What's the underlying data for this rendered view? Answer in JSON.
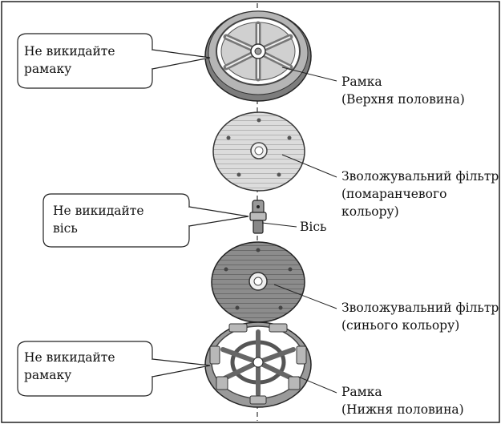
{
  "callouts": [
    {
      "line1": "Не викидайте",
      "line2": "рамаку"
    },
    {
      "line1": "Не викидайте",
      "line2": "вісь"
    },
    {
      "line1": "Не викидайте",
      "line2": "рамаку"
    }
  ],
  "labels": {
    "frame_top": {
      "line1": "Рамка",
      "line2": "(Верхня половина)"
    },
    "filter_orange": {
      "line1": "Зволожувальний фільтр",
      "line2": "(помаранчевого",
      "line3": "кольору)"
    },
    "axis": "Вісь",
    "filter_blue": {
      "line1": "Зволожувальний фільтр",
      "line2": "(синього кольору)"
    },
    "frame_bottom": {
      "line1": "Рамка",
      "line2": "(Нижня половина)"
    }
  },
  "colors": {
    "frame": "#9a9a9a",
    "filter_orange": "#d2d2d2",
    "filter_blue": "#8a8a8a",
    "outline": "#222222"
  }
}
